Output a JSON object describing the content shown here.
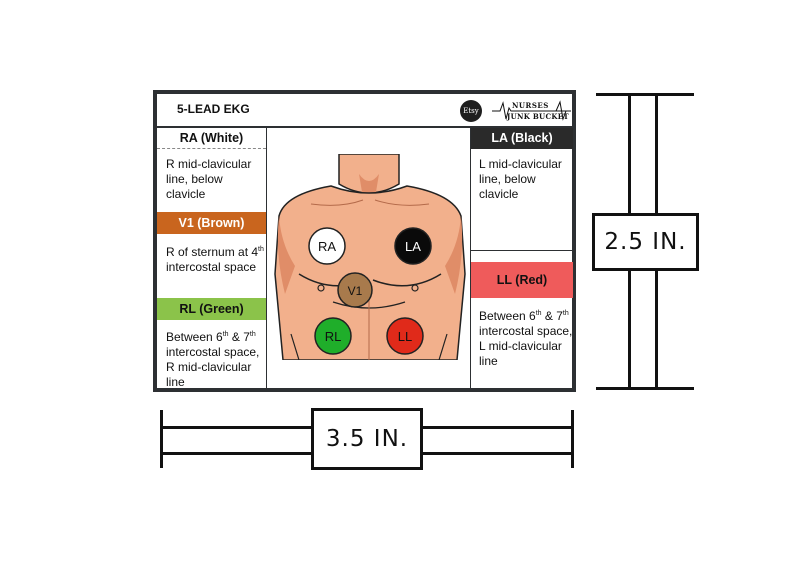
{
  "card": {
    "title": "5-LEAD EKG",
    "logo": {
      "etsy": "Etsy",
      "line1": "NURSES",
      "line2": "JUNK BUCKET"
    }
  },
  "leads": {
    "ra": {
      "label": "RA (White)",
      "desc": "R mid-clavicular line, below clavicle",
      "marker": "RA",
      "color": "#ffffff"
    },
    "v1": {
      "label": "V1 (Brown)",
      "desc_a": "R of sternum at 4",
      "desc_sup": "th",
      "desc_b": " intercostal space",
      "marker": "V1",
      "color": "#a87a4c"
    },
    "rl": {
      "label": "RL (Green)",
      "desc_a": "Between 6",
      "desc_sup1": "th",
      "desc_b": " & 7",
      "desc_sup2": "th",
      "desc_c": " intercostal space, R mid-clavicular line",
      "marker": "RL",
      "color": "#1fae2a"
    },
    "la": {
      "label": "LA (Black)",
      "desc": "L mid-clavicular line, below clavicle",
      "marker": "LA",
      "color": "#0a0a0a"
    },
    "ll": {
      "label": "LL (Red)",
      "desc_a": "Between 6",
      "desc_sup1": "th",
      "desc_b": " & 7",
      "desc_sup2": "th",
      "desc_c": " intercostal space, L mid-clavicular line",
      "marker": "LL",
      "color": "#e02a1a"
    }
  },
  "dimensions": {
    "height": "2.5 IN.",
    "width": "3.5 IN."
  },
  "colors": {
    "skin": "#f2b08c",
    "skin_shadow": "#e08d68",
    "frame": "#2d3033"
  }
}
